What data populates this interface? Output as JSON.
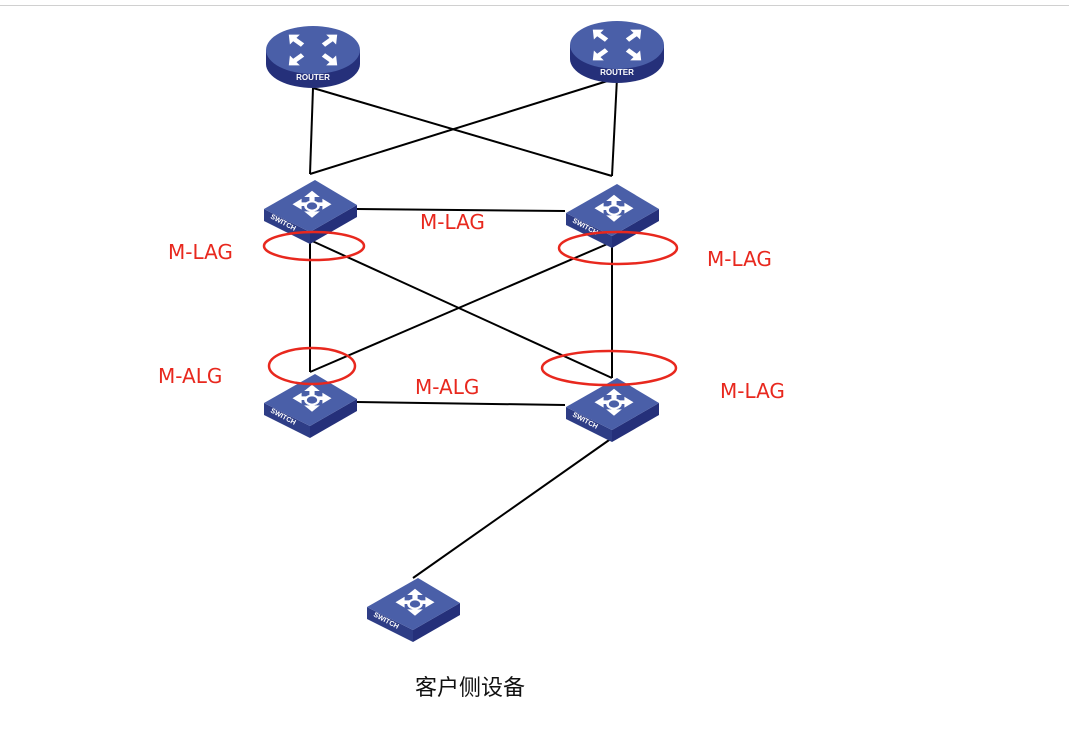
{
  "colors": {
    "device_top": "#4a5fa8",
    "device_side": "#2e3d86",
    "device_front": "#25307a",
    "link": "#000000",
    "highlight": "#e8281e"
  },
  "devices": {
    "router_left": {
      "label": "ROUTER"
    },
    "router_right": {
      "label": "ROUTER"
    },
    "switch_core_left": {
      "label": "SWITCH"
    },
    "switch_core_right": {
      "label": "SWITCH"
    },
    "switch_agg_left": {
      "label": "SWITCH"
    },
    "switch_agg_right": {
      "label": "SWITCH"
    },
    "switch_customer": {
      "label": "SWITCH"
    }
  },
  "labels": {
    "core_left": "M-LAG",
    "core_middle": "M-LAG",
    "core_right": "M-LAG",
    "agg_left": "M-ALG",
    "agg_middle": "M-ALG",
    "agg_right": "M-LAG"
  },
  "caption": "客户侧设备"
}
